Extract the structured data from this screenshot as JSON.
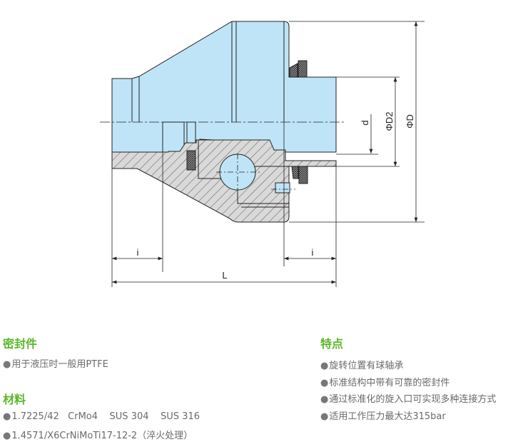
{
  "drawing": {
    "labels": {
      "d": "d",
      "D2": "ΦD2",
      "D": "ΦD",
      "i_left": "i",
      "i_right": "i",
      "L": "L"
    },
    "colors": {
      "body": "#bfe4f7",
      "hatch_fill": "#d9d9d9",
      "line": "#222222"
    }
  },
  "seals": {
    "title": "密封件",
    "items": [
      "用于液压时一般用PTFE"
    ]
  },
  "materials": {
    "title": "材料",
    "items": [
      "1.7225/42   CrMo4    SUS 304    SUS 316",
      "1.4571/X6CrNiMoTi17-12-2（淬火处理）"
    ]
  },
  "features": {
    "title": "特点",
    "items": [
      "旋转位置有球轴承",
      "标准结构中带有可靠的密封件",
      "通过标准化的旋入口可实现多种连接方式",
      "适用工作压力最大达315bar"
    ]
  },
  "bullet": "●",
  "accent_color": "#5bb82a"
}
